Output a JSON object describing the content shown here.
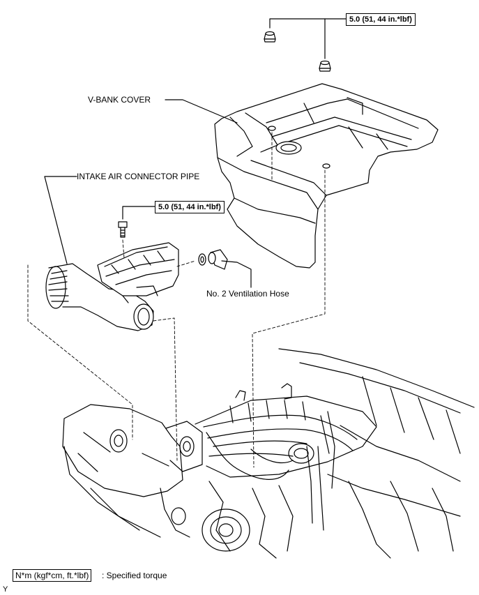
{
  "labels": {
    "v_bank_cover": "V-BANK COVER",
    "intake_air_connector_pipe": "INTAKE AIR CONNECTOR PIPE",
    "ventilation_hose": "No. 2 Ventilation Hose"
  },
  "torque": {
    "cover_nuts": "5.0 (51, 44 in.*lbf)",
    "pipe_bolt": "5.0 (51, 44 in.*lbf)"
  },
  "legend": {
    "unit_box": "N*m (kgf*cm, ft.*lbf)",
    "meaning": ": Specified torque"
  },
  "corner_mark": "Y"
}
